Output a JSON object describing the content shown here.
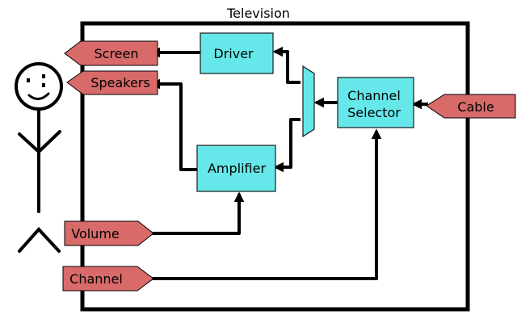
{
  "title": "Television",
  "blocks": {
    "driver": "Driver",
    "amplifier": "Amplifier",
    "selector_line1": "Channel",
    "selector_line2": "Selector"
  },
  "ports": {
    "screen": "Screen",
    "speakers": "Speakers",
    "cable": "Cable",
    "volume": "Volume",
    "channel": "Channel"
  },
  "colors": {
    "block_fill": "#66e8ea",
    "port_fill": "#d86a6a",
    "wire": "#000000"
  },
  "icons": {
    "viewer": "stick-figure-icon",
    "mux": "multiplexer-icon"
  }
}
